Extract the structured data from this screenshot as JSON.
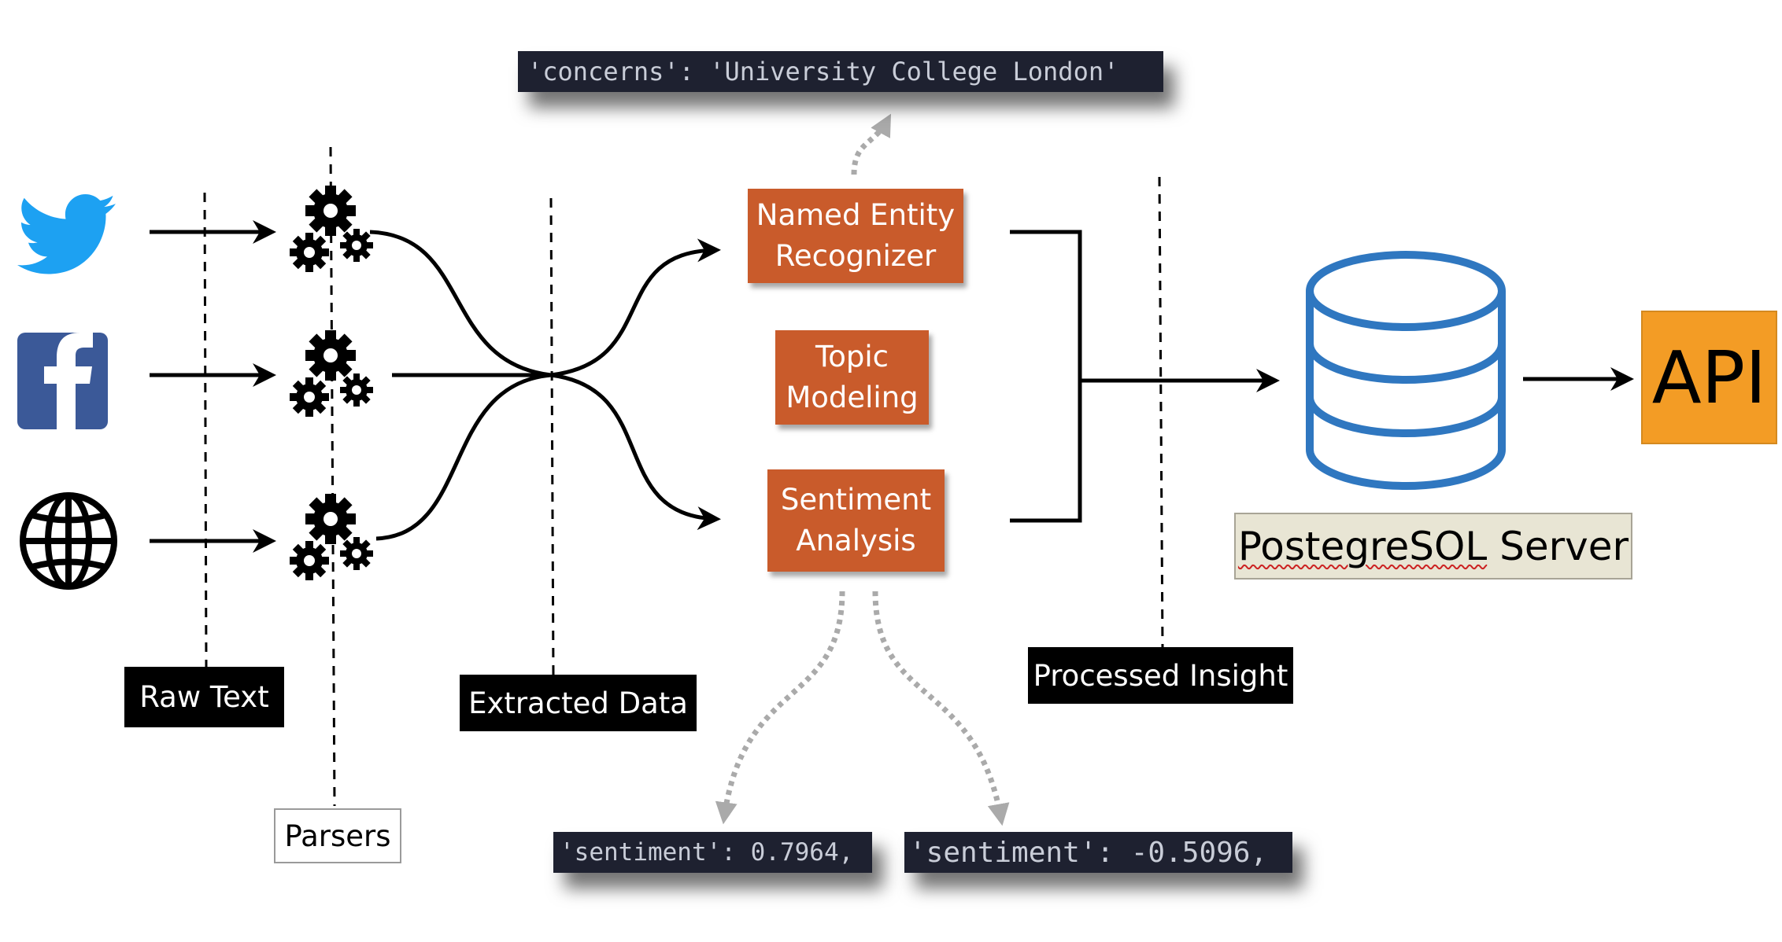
{
  "sources": [
    {
      "name": "twitter",
      "icon": "twitter-bird-icon",
      "color": "#1da1f2"
    },
    {
      "name": "facebook",
      "icon": "facebook-icon",
      "color": "#3b5998"
    },
    {
      "name": "web",
      "icon": "globe-icon",
      "color": "#000000"
    }
  ],
  "stage_labels": {
    "raw_text": "Raw Text",
    "parsers": "Parsers",
    "extracted_data": "Extracted Data",
    "processed_insight": "Processed Insight"
  },
  "processors": {
    "ner": {
      "line1": "Named Entity",
      "line2": "Recognizer"
    },
    "topic": {
      "line1": "Topic",
      "line2": "Modeling"
    },
    "sentiment": {
      "line1": "Sentiment",
      "line2": "Analysis"
    }
  },
  "code_samples": {
    "concerns": "'concerns': 'University College London'",
    "sentiment_positive": "'sentiment': 0.7964,",
    "sentiment_negative": "'sentiment': -0.5096,"
  },
  "database": {
    "label_part1": "PostegreSOL",
    "label_part2": " Server",
    "icon": "database-icon",
    "color": "#2f77c0"
  },
  "api": {
    "label": "API",
    "color": "#f39c25"
  },
  "colors": {
    "processor_orange": "#c95b2b",
    "code_bg": "#1e2130",
    "label_bg": "#000000",
    "dotted_arrow": "#aaaaaa"
  }
}
